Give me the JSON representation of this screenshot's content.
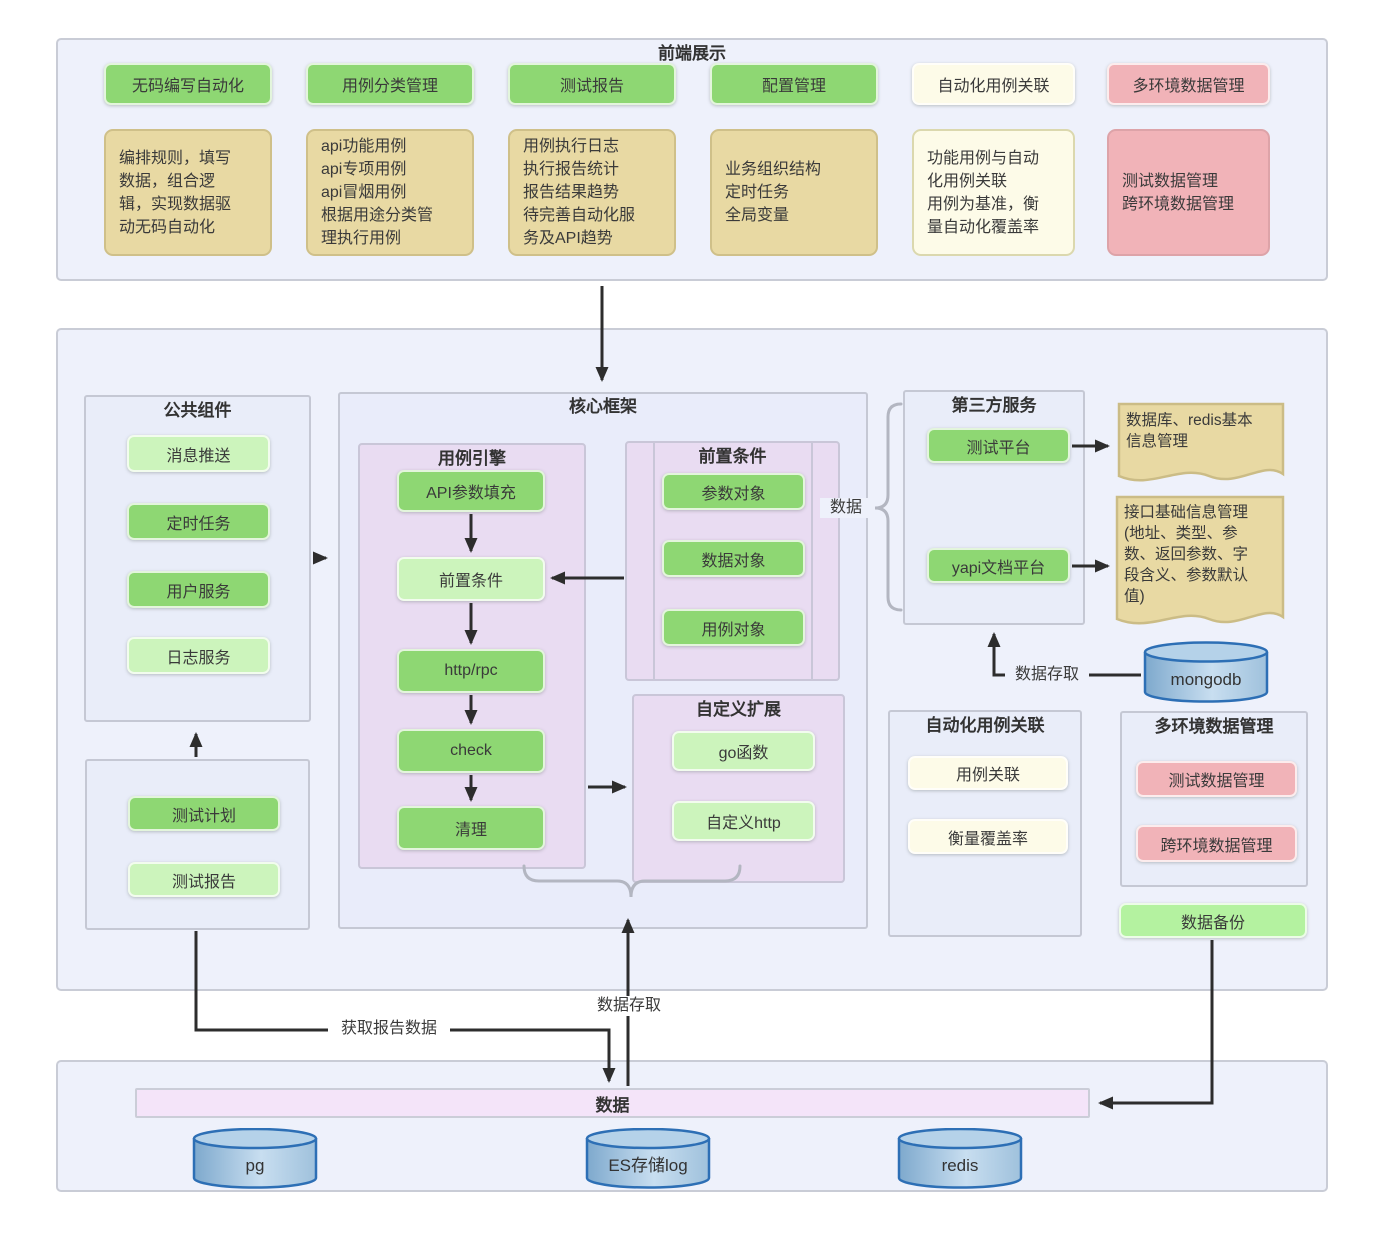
{
  "frontend": {
    "title": "前端展示",
    "columns": [
      {
        "header": "无码编写自动化",
        "desc": "编排规则，填写\n数据，组合逻\n辑，实现数据驱\n动无码自动化"
      },
      {
        "header": "用例分类管理",
        "desc": "api功能用例\napi专项用例\napi冒烟用例\n根据用途分类管\n理执行用例"
      },
      {
        "header": "测试报告",
        "desc": "用例执行日志\n执行报告统计\n报告结果趋势\n待完善自动化服\n务及API趋势"
      },
      {
        "header": "配置管理",
        "desc": "业务组织结构\n定时任务\n全局变量"
      },
      {
        "header": "自动化用例关联",
        "desc": "功能用例与自动\n化用例关联\n用例为基准，衡\n量自动化覆盖率"
      },
      {
        "header": "多环境数据管理",
        "desc": "测试数据管理\n跨环境数据管理"
      }
    ]
  },
  "common_components": {
    "title": "公共组件",
    "items": [
      {
        "label": "消息推送"
      },
      {
        "label": "定时任务"
      },
      {
        "label": "用户服务"
      },
      {
        "label": "日志服务"
      }
    ]
  },
  "test_panel": {
    "items": [
      {
        "label": "测试计划"
      },
      {
        "label": "测试报告"
      }
    ]
  },
  "core": {
    "title": "核心框架",
    "engine": {
      "title": "用例引擎",
      "steps": [
        {
          "label": "API参数填充"
        },
        {
          "label": "前置条件"
        },
        {
          "label": "http/rpc"
        },
        {
          "label": "check"
        },
        {
          "label": "清理"
        }
      ]
    },
    "preconditions": {
      "title": "前置条件",
      "items": [
        {
          "label": "参数对象"
        },
        {
          "label": "数据对象"
        },
        {
          "label": "用例对象"
        }
      ]
    },
    "extensions": {
      "title": "自定义扩展",
      "items": [
        {
          "label": "go函数"
        },
        {
          "label": "自定义http"
        }
      ]
    }
  },
  "third_party": {
    "title": "第三方服务",
    "items": [
      {
        "label": "测试平台"
      },
      {
        "label": "yapi文档平台"
      }
    ],
    "notes": [
      {
        "text": "数据库、redis基本\n信息管理"
      },
      {
        "text": "接口基础信息管理\n(地址、类型、参\n数、返回参数、字\n段含义、参数默认\n值)"
      }
    ]
  },
  "case_association": {
    "title": "自动化用例关联",
    "items": [
      {
        "label": "用例关联"
      },
      {
        "label": "衡量覆盖率"
      }
    ]
  },
  "multi_env": {
    "title": "多环境数据管理",
    "items": [
      {
        "label": "测试数据管理"
      },
      {
        "label": "跨环境数据管理"
      }
    ],
    "backup": "数据备份"
  },
  "labels": {
    "data_side": "数据",
    "data_access_right": "数据存取",
    "data_access_bottom": "数据存取",
    "fetch_report": "获取报告数据",
    "data_bar": "数据"
  },
  "datastores": {
    "mongodb": "mongodb",
    "pg": "pg",
    "es": "ES存储log",
    "redis": "redis"
  },
  "colors": {
    "green": "#8ed773",
    "light_green": "#ccf4bc",
    "bright_green": "#b4f2a0",
    "cream": "#fdfbe8",
    "pink": "#f1b3b8",
    "tan": "#e8d9a3",
    "lilac": "#e9dcf2",
    "arrow": "#2d2d2d",
    "cylinder_border": "#2d6fb5"
  }
}
